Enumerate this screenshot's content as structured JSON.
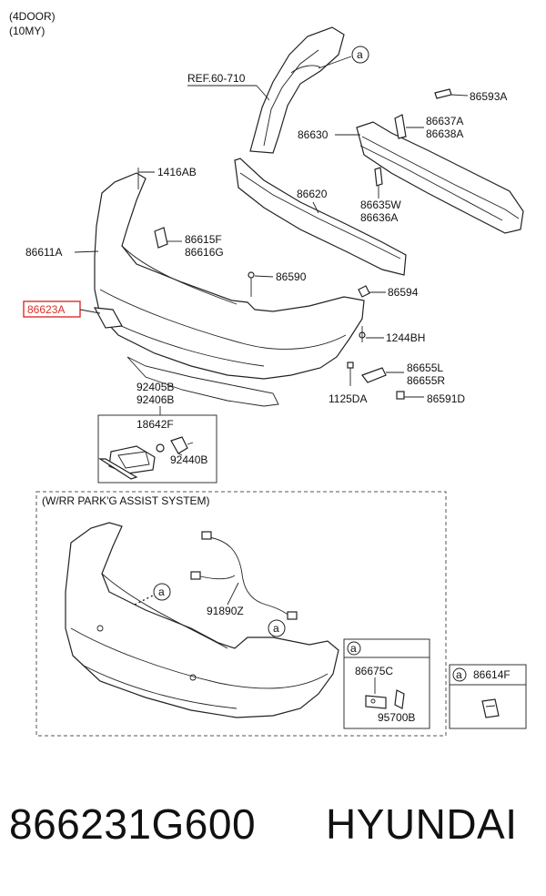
{
  "header": {
    "line1": "(4DOOR)",
    "line2": "(10MY)"
  },
  "parts": {
    "ref": "REF.60-710",
    "p86593A": "86593A",
    "p86637A": "86637A",
    "p86638A": "86638A",
    "p86630": "86630",
    "p1416AB": "1416AB",
    "p86620": "86620",
    "p86635W": "86635W",
    "p86636A": "86636A",
    "p86611A": "86611A",
    "p86615F": "86615F",
    "p86616G": "86616G",
    "p86590": "86590",
    "p86594": "86594",
    "p86623A": "86623A",
    "p1244BH": "1244BH",
    "p86655L": "86655L",
    "p86655R": "86655R",
    "p92405B": "92405B",
    "p92406B": "92406B",
    "p1125DA": "1125DA",
    "p86591D": "86591D",
    "p18642F": "18642F",
    "p92440B": "92440B",
    "p91890Z": "91890Z",
    "p86675C": "86675C",
    "p95700B": "95700B",
    "p86614F": "86614F"
  },
  "callout_letter": "a",
  "park_assist_title": "(W/RR PARK'G ASSIST SYSTEM)",
  "highlight_color": "#d9302c",
  "footer": {
    "part_number": "866231G600",
    "brand": "HYUNDAI"
  }
}
